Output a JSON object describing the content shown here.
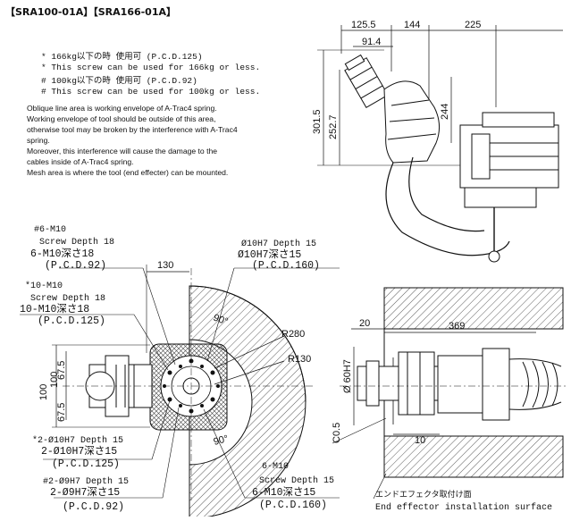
{
  "title": "【SRA100-01A】【SRA166-01A】",
  "notes": {
    "n1": "* 166kg以下の時 使用可 (P.C.D.125)",
    "n2": "* This screw can be used for 166kg or less.",
    "n3": "# 100kg以下の時 使用可 (P.C.D.92)",
    "n4": "# This screw can be used for 100kg or less.",
    "p1": "Oblique line area is working envelope of A-Trac4 spring.",
    "p2": "Working envelope of tool should be outside of this area,",
    "p3": "otherwise tool may be broken by the interference with A-Trac4",
    "p4": "spring.",
    "p5": "Moreover, this interference will cause the damage to the",
    "p6": "cables inside of A-Trac4 spring.",
    "p7": "Mesh area is where the tool (end effecter) can be mounted."
  },
  "dims": {
    "d125_5": "125.5",
    "d144": "144",
    "d225": "225",
    "d91_4": "91.4",
    "d301_5": "301.5",
    "d252_7": "252.7",
    "d244": "244",
    "d130": "130",
    "dr280": "R280",
    "dr130": "R130",
    "d90a": "90°",
    "d90b": "90°",
    "d20": "20",
    "d369": "369",
    "d60h7": "Ø 60H7",
    "dc05": "C0.5",
    "d10": "10",
    "d100a": "100",
    "d100b": "100",
    "d67_5a": "67.5",
    "d67_5b": "67.5"
  },
  "labels": {
    "m10a_1": "#6-M10",
    "m10a_2": "Screw Depth 18",
    "m10a_3": "6-M10深さ18",
    "m10a_4": "(P.C.D.92)",
    "m10b_1": "*10-M10",
    "m10b_2": "Screw Depth 18",
    "m10b_3": "10-M10深さ18",
    "m10b_4": "(P.C.D.125)",
    "h7_1": "Ø10H7 Depth 15",
    "h7_2": "Ø10H7深さ15",
    "h7_3": "(P.C.D.160)",
    "h7b_1": "*2-Ø10H7 Depth 15",
    "h7b_2": "2-Ø10H7深さ15",
    "h7b_3": "(P.C.D.125)",
    "h9_1": "#2-Ø9H7 Depth 15",
    "h9_2": "2-Ø9H7深さ15",
    "h9_3": "(P.C.D.92)",
    "m10c_1": "6-M10",
    "m10c_2": "Screw Depth 15",
    "m10c_3": "6-M10深さ15",
    "m10c_4": "(P.C.D.160)",
    "surf_jp": "エンドエフェクタ取付け面",
    "surf_en": "End effector installation surface"
  }
}
